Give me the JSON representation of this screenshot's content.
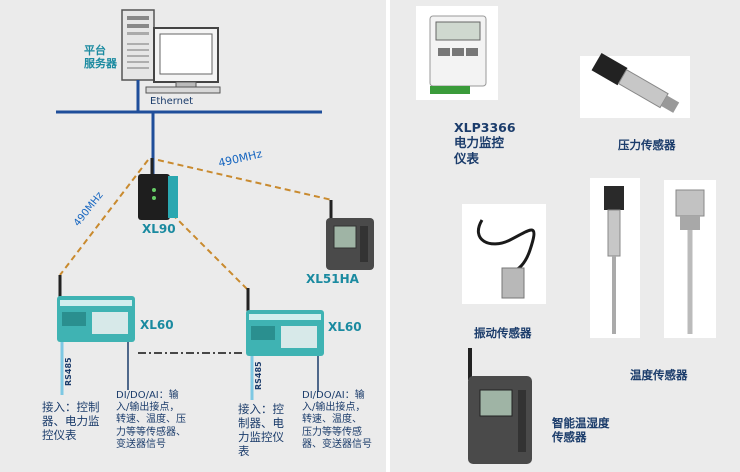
{
  "left": {
    "server_label": "平台\n服务器",
    "ethernet_label": "Ethernet",
    "radio_label_1": "490MHz",
    "radio_label_2": "490MHz",
    "gateway_label": "XL90",
    "node_label": "XL51HA",
    "rtu1_label": "XL60",
    "rtu2_label": "XL60",
    "rs485_label_1": "RS485",
    "rs485_label_2": "RS485",
    "access1_text": "接入：控制\n器、电力监\n控仪表",
    "io1_text": "DI/DO/AI：输\n入/输出接点，\n转速、温度、压\n力等等传感器、\n变送器信号",
    "access2_text": "接入：控\n制器、电\n力监控仪\n表",
    "io2_text": "DI/DO/AI：输\n入/输出接点，\n转速、温度、\n压力等等传感\n器、变送器信号"
  },
  "right": {
    "meter_label": "XLP3366\n电力监控\n仪表",
    "pressure_label": "压力传感器",
    "vibration_label": "振动传感器",
    "temperature_label": "温度传感器",
    "humidity_label": "智能温湿度\n传感器"
  },
  "colors": {
    "teal_label": "#1a8aa0",
    "navy_label": "#1b3c6b",
    "ethernet_line": "#1f4e9a",
    "radio_link": "#c98a2e",
    "rs485_line": "#7ec8e3"
  }
}
